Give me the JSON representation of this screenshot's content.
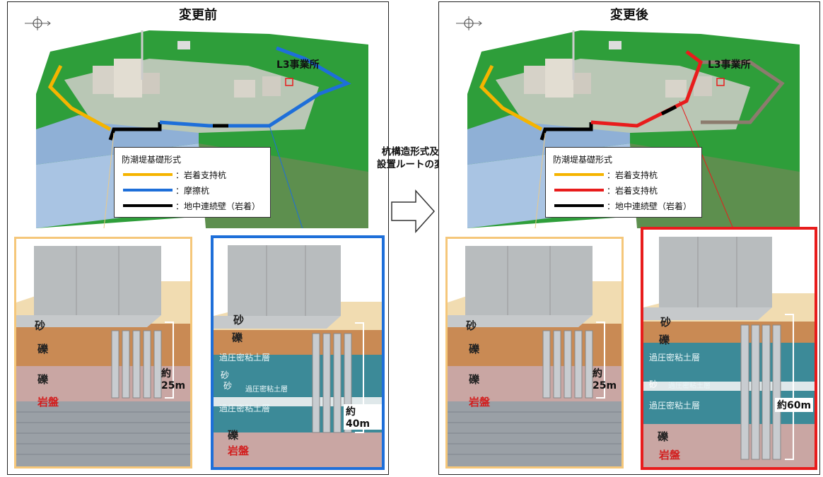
{
  "before": {
    "title": "変更前",
    "site_label": "L3事業所",
    "legend": {
      "title": "防潮堤基礎形式",
      "items": [
        {
          "color": "#f5b400",
          "label": "：岩着支持杭"
        },
        {
          "color": "#1e6fd9",
          "label": "：摩擦杭"
        },
        {
          "color": "#000000",
          "label": "：地中連続壁（岩着）"
        }
      ]
    },
    "left_inset": {
      "border_color": "#f5c77a",
      "layers": [
        "砂",
        "礫",
        "礫",
        "岩盤"
      ],
      "depth": "約25m"
    },
    "right_inset": {
      "border_color": "#1e6fd9",
      "layers": [
        "砂",
        "礫",
        "過圧密粘土層",
        "砂",
        "砂",
        "過圧密粘土層",
        "過圧密粘土層",
        "礫",
        "岩盤"
      ],
      "depth": "約40m"
    }
  },
  "after": {
    "title": "変更後",
    "site_label": "L3事業所",
    "legend": {
      "title": "防潮堤基礎形式",
      "items": [
        {
          "color": "#f5b400",
          "label": "：岩着支持杭"
        },
        {
          "color": "#e81c1c",
          "label": "：岩着支持杭"
        },
        {
          "color": "#000000",
          "label": "：地中連続壁（岩着）"
        }
      ]
    },
    "left_inset": {
      "border_color": "#f5c77a",
      "layers": [
        "砂",
        "礫",
        "礫",
        "岩盤"
      ],
      "depth": "約25m"
    },
    "right_inset": {
      "border_color": "#e81c1c",
      "layers": [
        "砂",
        "礫",
        "過圧密粘土層",
        "砂",
        "過圧密粘土層",
        "過圧密粘土層",
        "礫",
        "岩盤"
      ],
      "depth": "約60m"
    }
  },
  "center_caption": [
    "杭構造形式及び",
    "設置ルートの変更"
  ]
}
